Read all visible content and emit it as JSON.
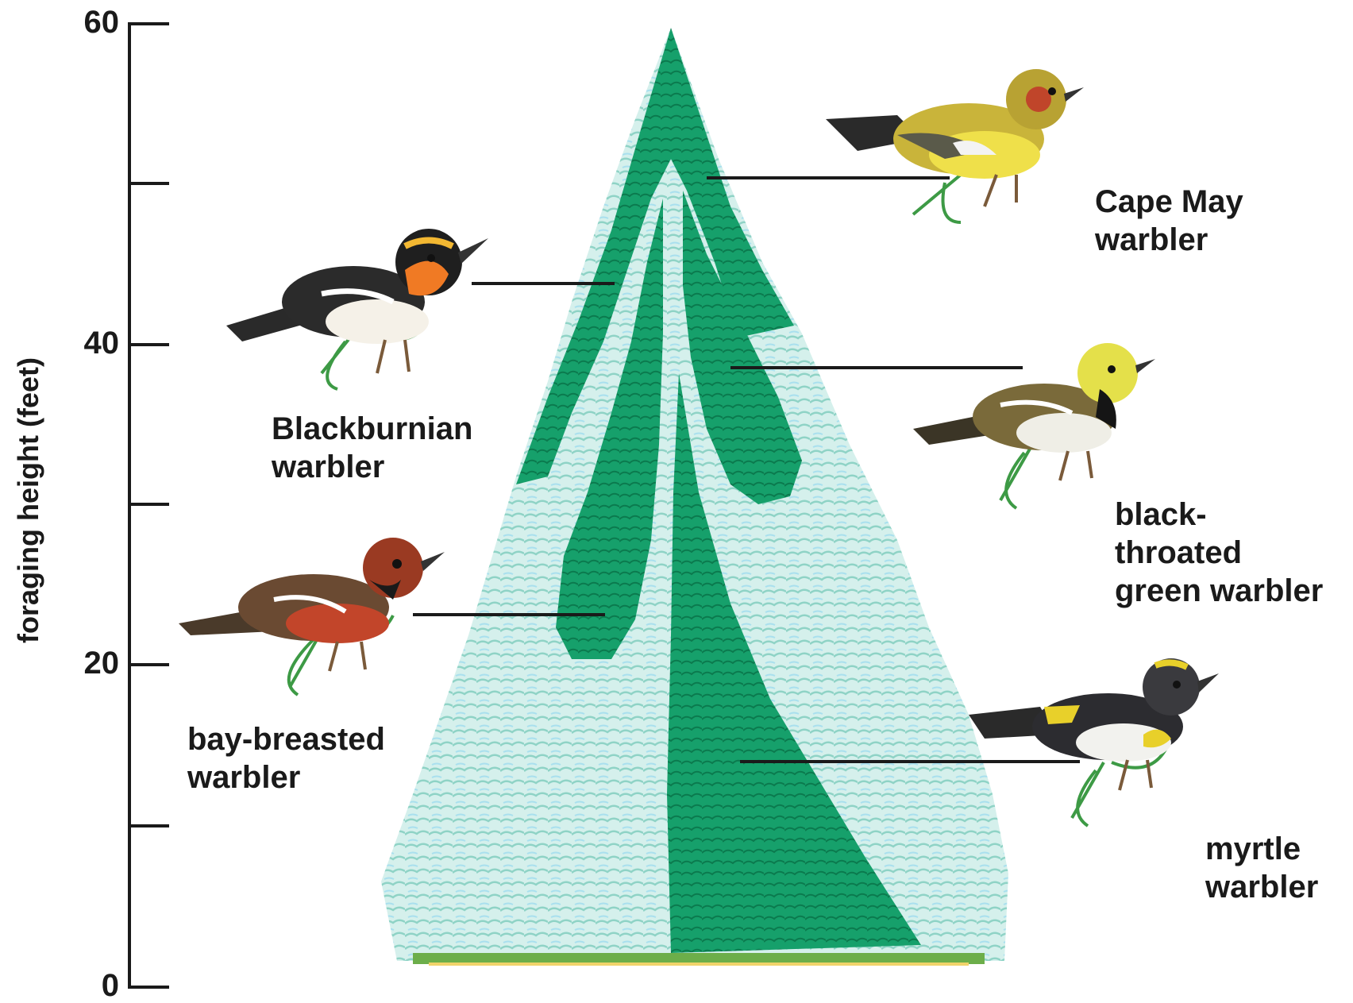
{
  "axis": {
    "title": "foraging height (feet)",
    "ticks": [
      "60",
      "40",
      "20",
      "0"
    ]
  },
  "species": [
    {
      "id": "cape-may",
      "line1": "Cape May",
      "line2": "warbler"
    },
    {
      "id": "blackburnian",
      "line1": "Blackburnian",
      "line2": "warbler"
    },
    {
      "id": "black-throated-green",
      "line1": "black-",
      "line2": "throated",
      "line3": "green warbler"
    },
    {
      "id": "bay-breasted",
      "line1": "bay-breasted",
      "line2": "warbler"
    },
    {
      "id": "myrtle",
      "line1": "myrtle",
      "line2": "warbler"
    }
  ],
  "colors": {
    "tree_dark": "#15a06a",
    "tree_light": "#bfe9e4",
    "axis": "#1a1a1a",
    "ground": "#6cae4a"
  }
}
